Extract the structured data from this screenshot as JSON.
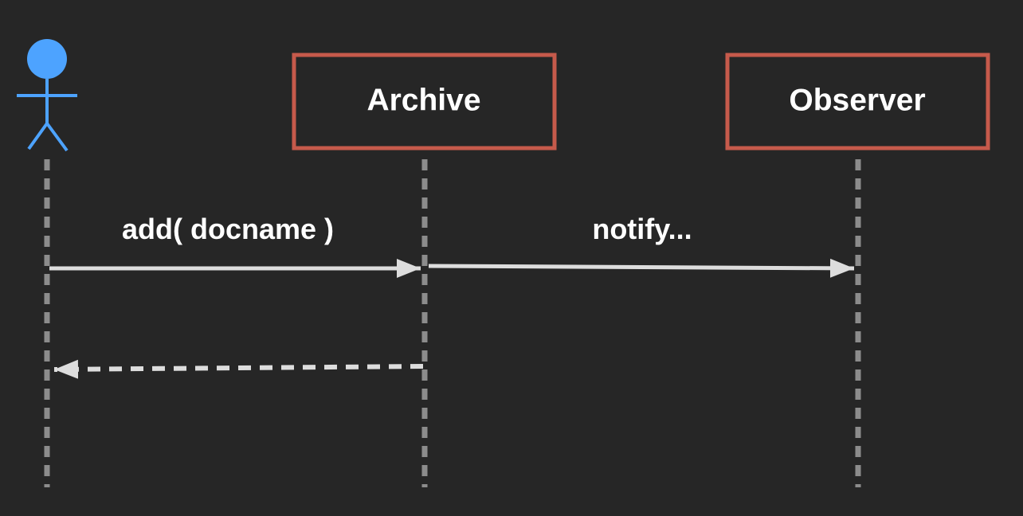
{
  "colors": {
    "background": "#262626",
    "actor": "#4da3ff",
    "participant_border": "#c65a4b",
    "lifeline": "#8c8c8c",
    "arrow": "#dddddd",
    "text": "#ffffff"
  },
  "participants": [
    {
      "id": "actor",
      "kind": "actor",
      "label": ""
    },
    {
      "id": "archive",
      "kind": "box",
      "label": "Archive"
    },
    {
      "id": "observer",
      "kind": "box",
      "label": "Observer"
    }
  ],
  "messages": [
    {
      "from": "actor",
      "to": "archive",
      "style": "solid",
      "label": "add( docname )"
    },
    {
      "from": "archive",
      "to": "observer",
      "style": "solid",
      "label": "notify..."
    },
    {
      "from": "archive",
      "to": "actor",
      "style": "dashed",
      "label": ""
    }
  ]
}
